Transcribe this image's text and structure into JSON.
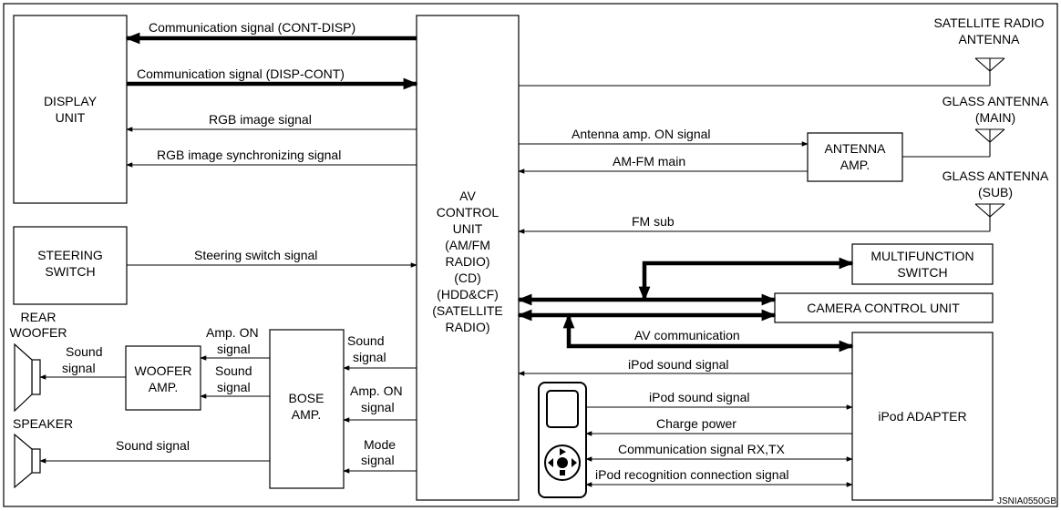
{
  "title": "",
  "diagram_id": "JSNIA0550GB",
  "blocks": {
    "display_unit": [
      "DISPLAY",
      "UNIT"
    ],
    "steering_switch": [
      "STEERING",
      "SWITCH"
    ],
    "av_control_unit": [
      "AV",
      "CONTROL",
      "UNIT",
      "(AM/FM",
      "RADIO)",
      "(CD)",
      "(HDD&CF)",
      "(SATELLITE",
      "RADIO)"
    ],
    "antenna_amp": [
      "ANTENNA",
      "AMP."
    ],
    "multifunction_switch": [
      "MULTIFUNCTION",
      "SWITCH"
    ],
    "camera_control_unit": "CAMERA CONTROL UNIT",
    "ipod_adapter": "iPod ADAPTER",
    "bose_amp": [
      "BOSE",
      "AMP."
    ],
    "woofer_amp": [
      "WOOFER",
      "AMP."
    ],
    "rear_woofer": [
      "REAR",
      "WOOFER"
    ],
    "speaker": "SPEAKER",
    "satellite_antenna": [
      "SATELLITE RADIO",
      "ANTENNA"
    ],
    "glass_antenna_main": [
      "GLASS ANTENNA",
      "(MAIN)"
    ],
    "glass_antenna_sub": [
      "GLASS ANTENNA",
      "(SUB)"
    ]
  },
  "signals": {
    "cont_disp": "Communication signal (CONT-DISP)",
    "disp_cont": "Communication signal (DISP-CONT)",
    "rgb_image": "RGB image signal",
    "rgb_sync": "RGB image synchronizing signal",
    "steering": "Steering switch signal",
    "antenna_amp_on": "Antenna amp. ON signal",
    "am_fm_main": "AM-FM main",
    "fm_sub": "FM sub",
    "av_comm": "AV communication",
    "ipod_sound_av": "iPod sound signal",
    "ipod_sound": "iPod sound signal",
    "charge_power": "Charge power",
    "comm_rx_tx": "Communication signal RX,TX",
    "ipod_recognition": "iPod recognition connection signal",
    "bose_sound": [
      "Sound",
      "signal"
    ],
    "bose_amp_on": [
      "Amp. ON",
      "signal"
    ],
    "bose_mode": [
      "Mode",
      "signal"
    ],
    "woofer_amp_on": [
      "Amp. ON",
      "signal"
    ],
    "woofer_sound_in": [
      "Sound",
      "signal"
    ],
    "woofer_sound_out": [
      "Sound",
      "signal"
    ],
    "speaker_sound": "Sound signal"
  }
}
